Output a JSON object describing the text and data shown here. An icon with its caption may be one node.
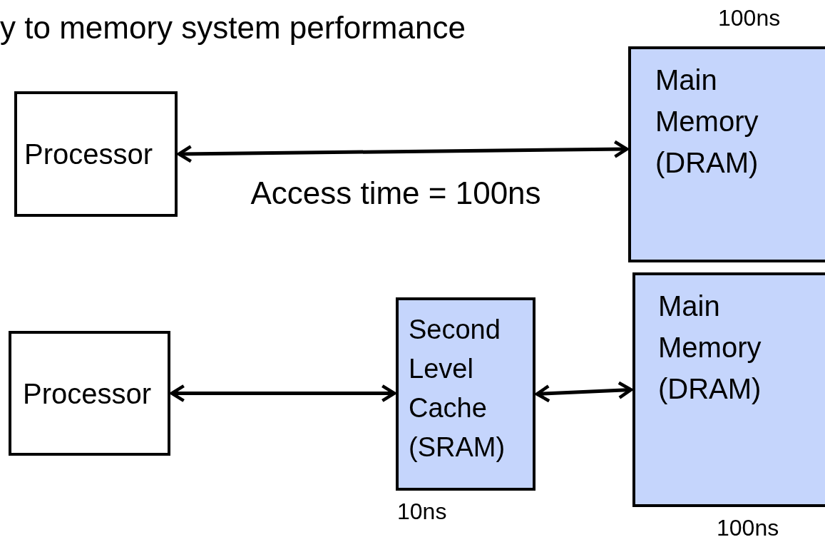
{
  "diagram": {
    "title": "y to memory system performance",
    "nodes": [
      {
        "text": [
          "Processor"
        ]
      },
      {
        "text": [
          "Main Memory (DRAM)"
        ],
        "beside": [
          "100ns"
        ]
      },
      {
        "text": [
          "Processor"
        ]
      },
      {
        "text": [
          "Second Level Cache (SRAM)"
        ],
        "beside": [
          "10ns"
        ]
      },
      {
        "text": [
          "Main Memory (DRAM)"
        ],
        "beside": [
          "100ns"
        ]
      }
    ],
    "edges": [
      {
        "from": 0,
        "to": 1,
        "arrow": "both",
        "label": "Access time = 100ns"
      },
      {
        "from": 2,
        "to": 3,
        "arrow": "both"
      },
      {
        "from": 3,
        "to": 4,
        "arrow": "both"
      }
    ]
  }
}
